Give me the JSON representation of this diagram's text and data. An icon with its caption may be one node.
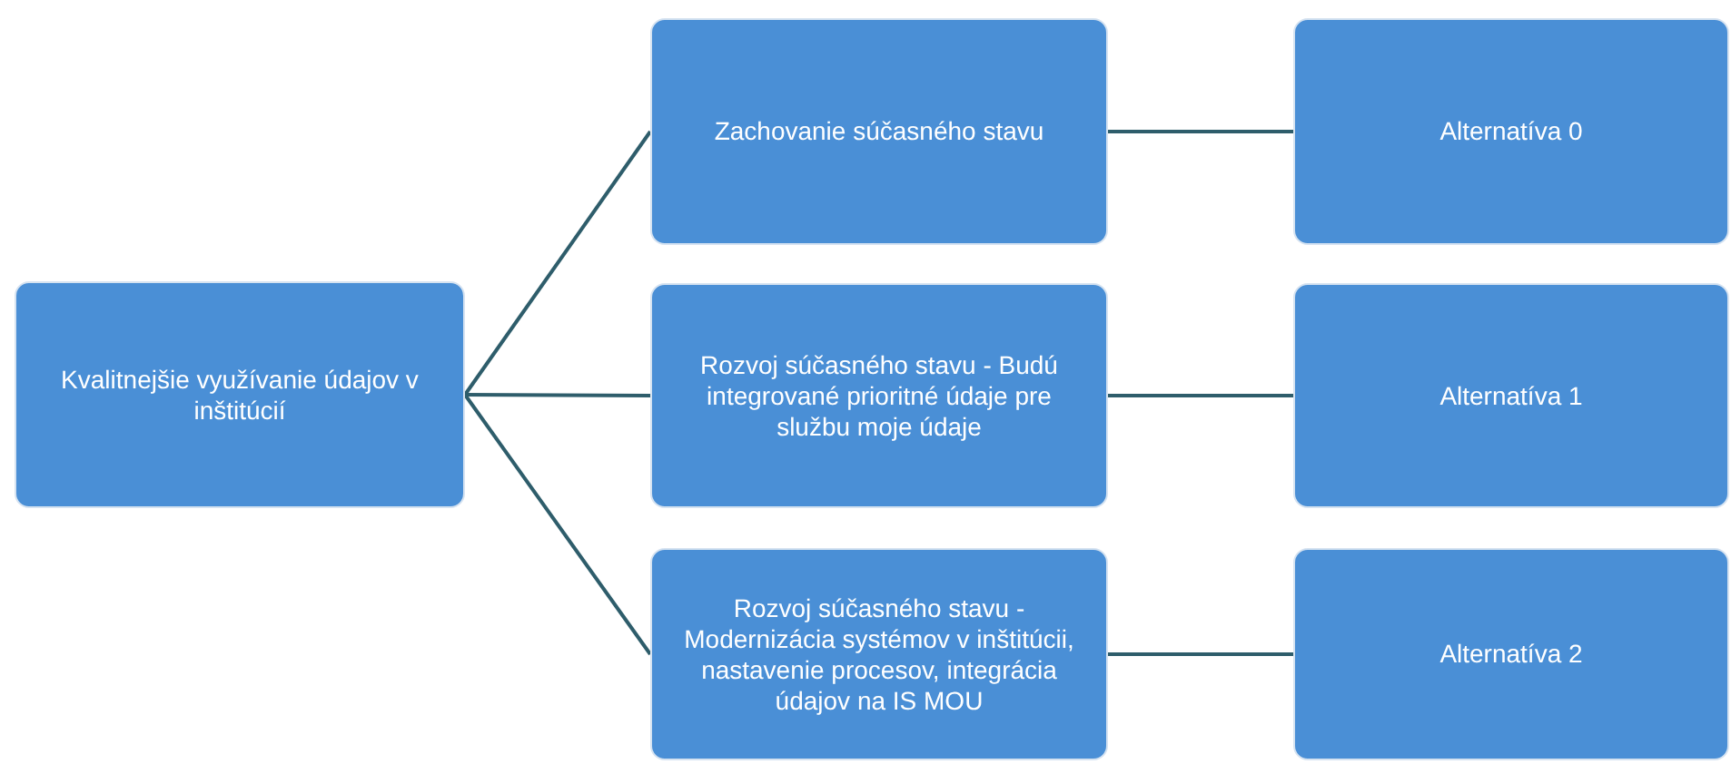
{
  "diagram": {
    "nodes": [
      {
        "text": [
          "Kvalitnejšie využívanie údajov v inštitúcií"
        ]
      },
      {
        "text": [
          "Zachovanie súčasného stavu"
        ]
      },
      {
        "text": [
          "Rozvoj súčasného stavu - Budú integrované prioritné údaje pre službu moje údaje"
        ]
      },
      {
        "text": [
          "Rozvoj súčasného stavu - Modernizácia systémov v inštitúcii, nastavenie procesov, integrácia údajov na IS MOU"
        ]
      },
      {
        "text": [
          "Alternatíva 0"
        ]
      },
      {
        "text": [
          "Alternatíva 1"
        ]
      },
      {
        "text": [
          "Alternatíva 2"
        ]
      }
    ],
    "edges": [
      {
        "from": 0,
        "to": 1,
        "arrow": "none"
      },
      {
        "from": 0,
        "to": 2,
        "arrow": "none"
      },
      {
        "from": 0,
        "to": 3,
        "arrow": "none"
      },
      {
        "from": 1,
        "to": 4,
        "arrow": "none"
      },
      {
        "from": 2,
        "to": 5,
        "arrow": "none"
      },
      {
        "from": 3,
        "to": 6,
        "arrow": "none"
      }
    ]
  }
}
